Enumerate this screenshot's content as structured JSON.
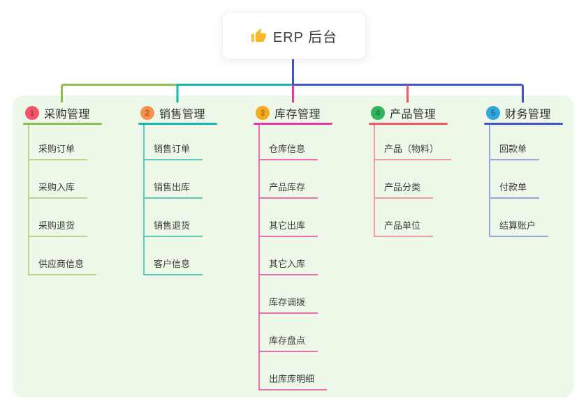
{
  "root": {
    "label": "ERP 后台",
    "icon": "thumbs-up-icon",
    "icon_color": "#f5b82e"
  },
  "canvas": {
    "background": "#ffffff",
    "panel_background": "#edf8e9",
    "root_connector_color": "#4353c9"
  },
  "branches": [
    {
      "number": "1",
      "title": "采购管理",
      "badge_color": "#f2566d",
      "line_color": "#8cc152",
      "child_line_color": "#b5d98f",
      "children": [
        "采购订单",
        "采购入库",
        "采购退货",
        "供应商信息"
      ]
    },
    {
      "number": "2",
      "title": "销售管理",
      "badge_color": "#f6914e",
      "line_color": "#17b8ab",
      "child_line_color": "#5fcac0",
      "children": [
        "销售订单",
        "销售出库",
        "销售退货",
        "客户信息"
      ]
    },
    {
      "number": "3",
      "title": "库存管理",
      "badge_color": "#f8ab1e",
      "line_color": "#e6399f",
      "child_line_color": "#ee6cb2",
      "children": [
        "仓库信息",
        "产品库存",
        "其它出库",
        "其它入库",
        "库存调拨",
        "库存盘点",
        "出库库明细"
      ]
    },
    {
      "number": "4",
      "title": "产品管理",
      "badge_color": "#33b45c",
      "line_color": "#f25663",
      "child_line_color": "#f7969c",
      "children": [
        "产品（物料）",
        "产品分类",
        "产品单位"
      ]
    },
    {
      "number": "5",
      "title": "财务管理",
      "badge_color": "#33a6dc",
      "line_color": "#4353c9",
      "child_line_color": "#96a6e2",
      "children": [
        "回款单",
        "付款单",
        "结算账户"
      ]
    }
  ]
}
